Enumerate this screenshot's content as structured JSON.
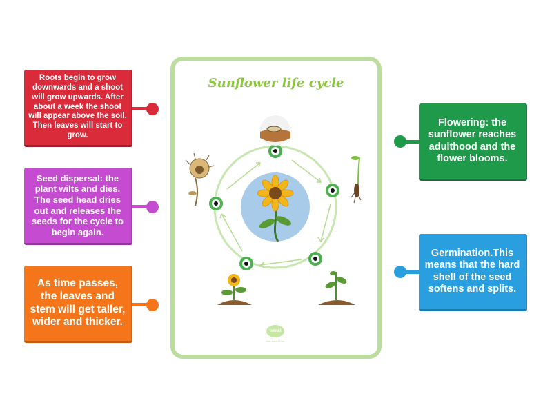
{
  "diagram": {
    "title": "Sunflower life cycle",
    "logo_text": "twinkl",
    "logo_subtext": "visit twinkl.com"
  },
  "cards": {
    "roots": "Roots begin to grow downwards and a shoot will grow upwards. After about a week the shoot will appear above the soil. Then leaves will start to grow.",
    "dispersal": "Seed dispersal: the plant wilts and dies. The seed head dries out and releases the seeds for the cycle to begin again.",
    "growth": "As time passes, the leaves and stem will get taller, wider and thicker.",
    "flowering": "Flowering: the sunflower reaches adulthood and the flower blooms.",
    "germination": "Germination.This means that the hard shell of the seed softens and splits."
  },
  "colors": {
    "red": "#d92b3a",
    "purple": "#c54bd0",
    "orange": "#f5761a",
    "green": "#1e9a4a",
    "blue": "#2a9fe0",
    "frame": "#bcdca0",
    "title": "#8cc63f"
  }
}
